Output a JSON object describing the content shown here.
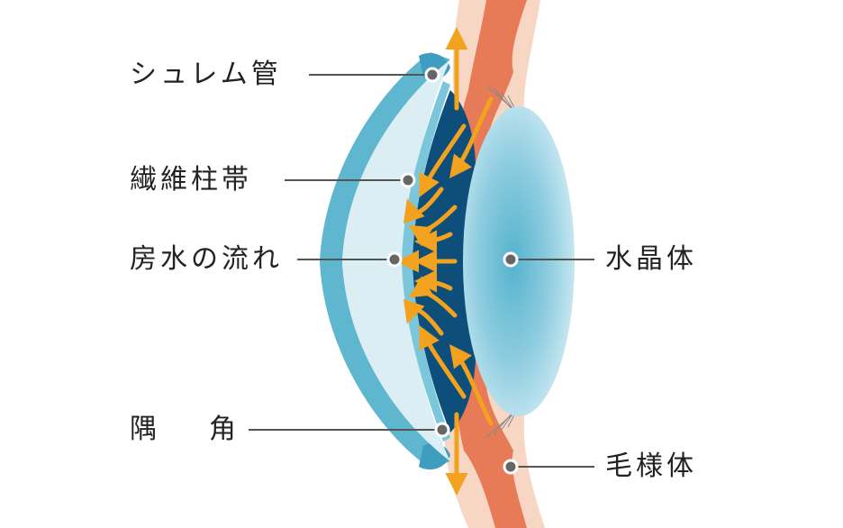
{
  "labels": {
    "schlemm": "シュレム管",
    "zonule": "繊維柱帯",
    "aqueous": "房水の流れ",
    "angle_a": "隅",
    "angle_b": "角",
    "lens": "水晶体",
    "ciliary": "毛様体"
  },
  "colors": {
    "cornea": "#5fb6cf",
    "anterior": "#dbeef3",
    "iris_dark": "#0d4f7a",
    "ciliary": "#e77a57",
    "skin": "#f7d7c4",
    "flow_arrow": "#f2a21e",
    "lens_center": "#5db8d0",
    "lens_edge": "#cfeaf2",
    "leader": "#555555"
  },
  "icons": [
    "arrow-icon",
    "pointer-dot-icon"
  ]
}
